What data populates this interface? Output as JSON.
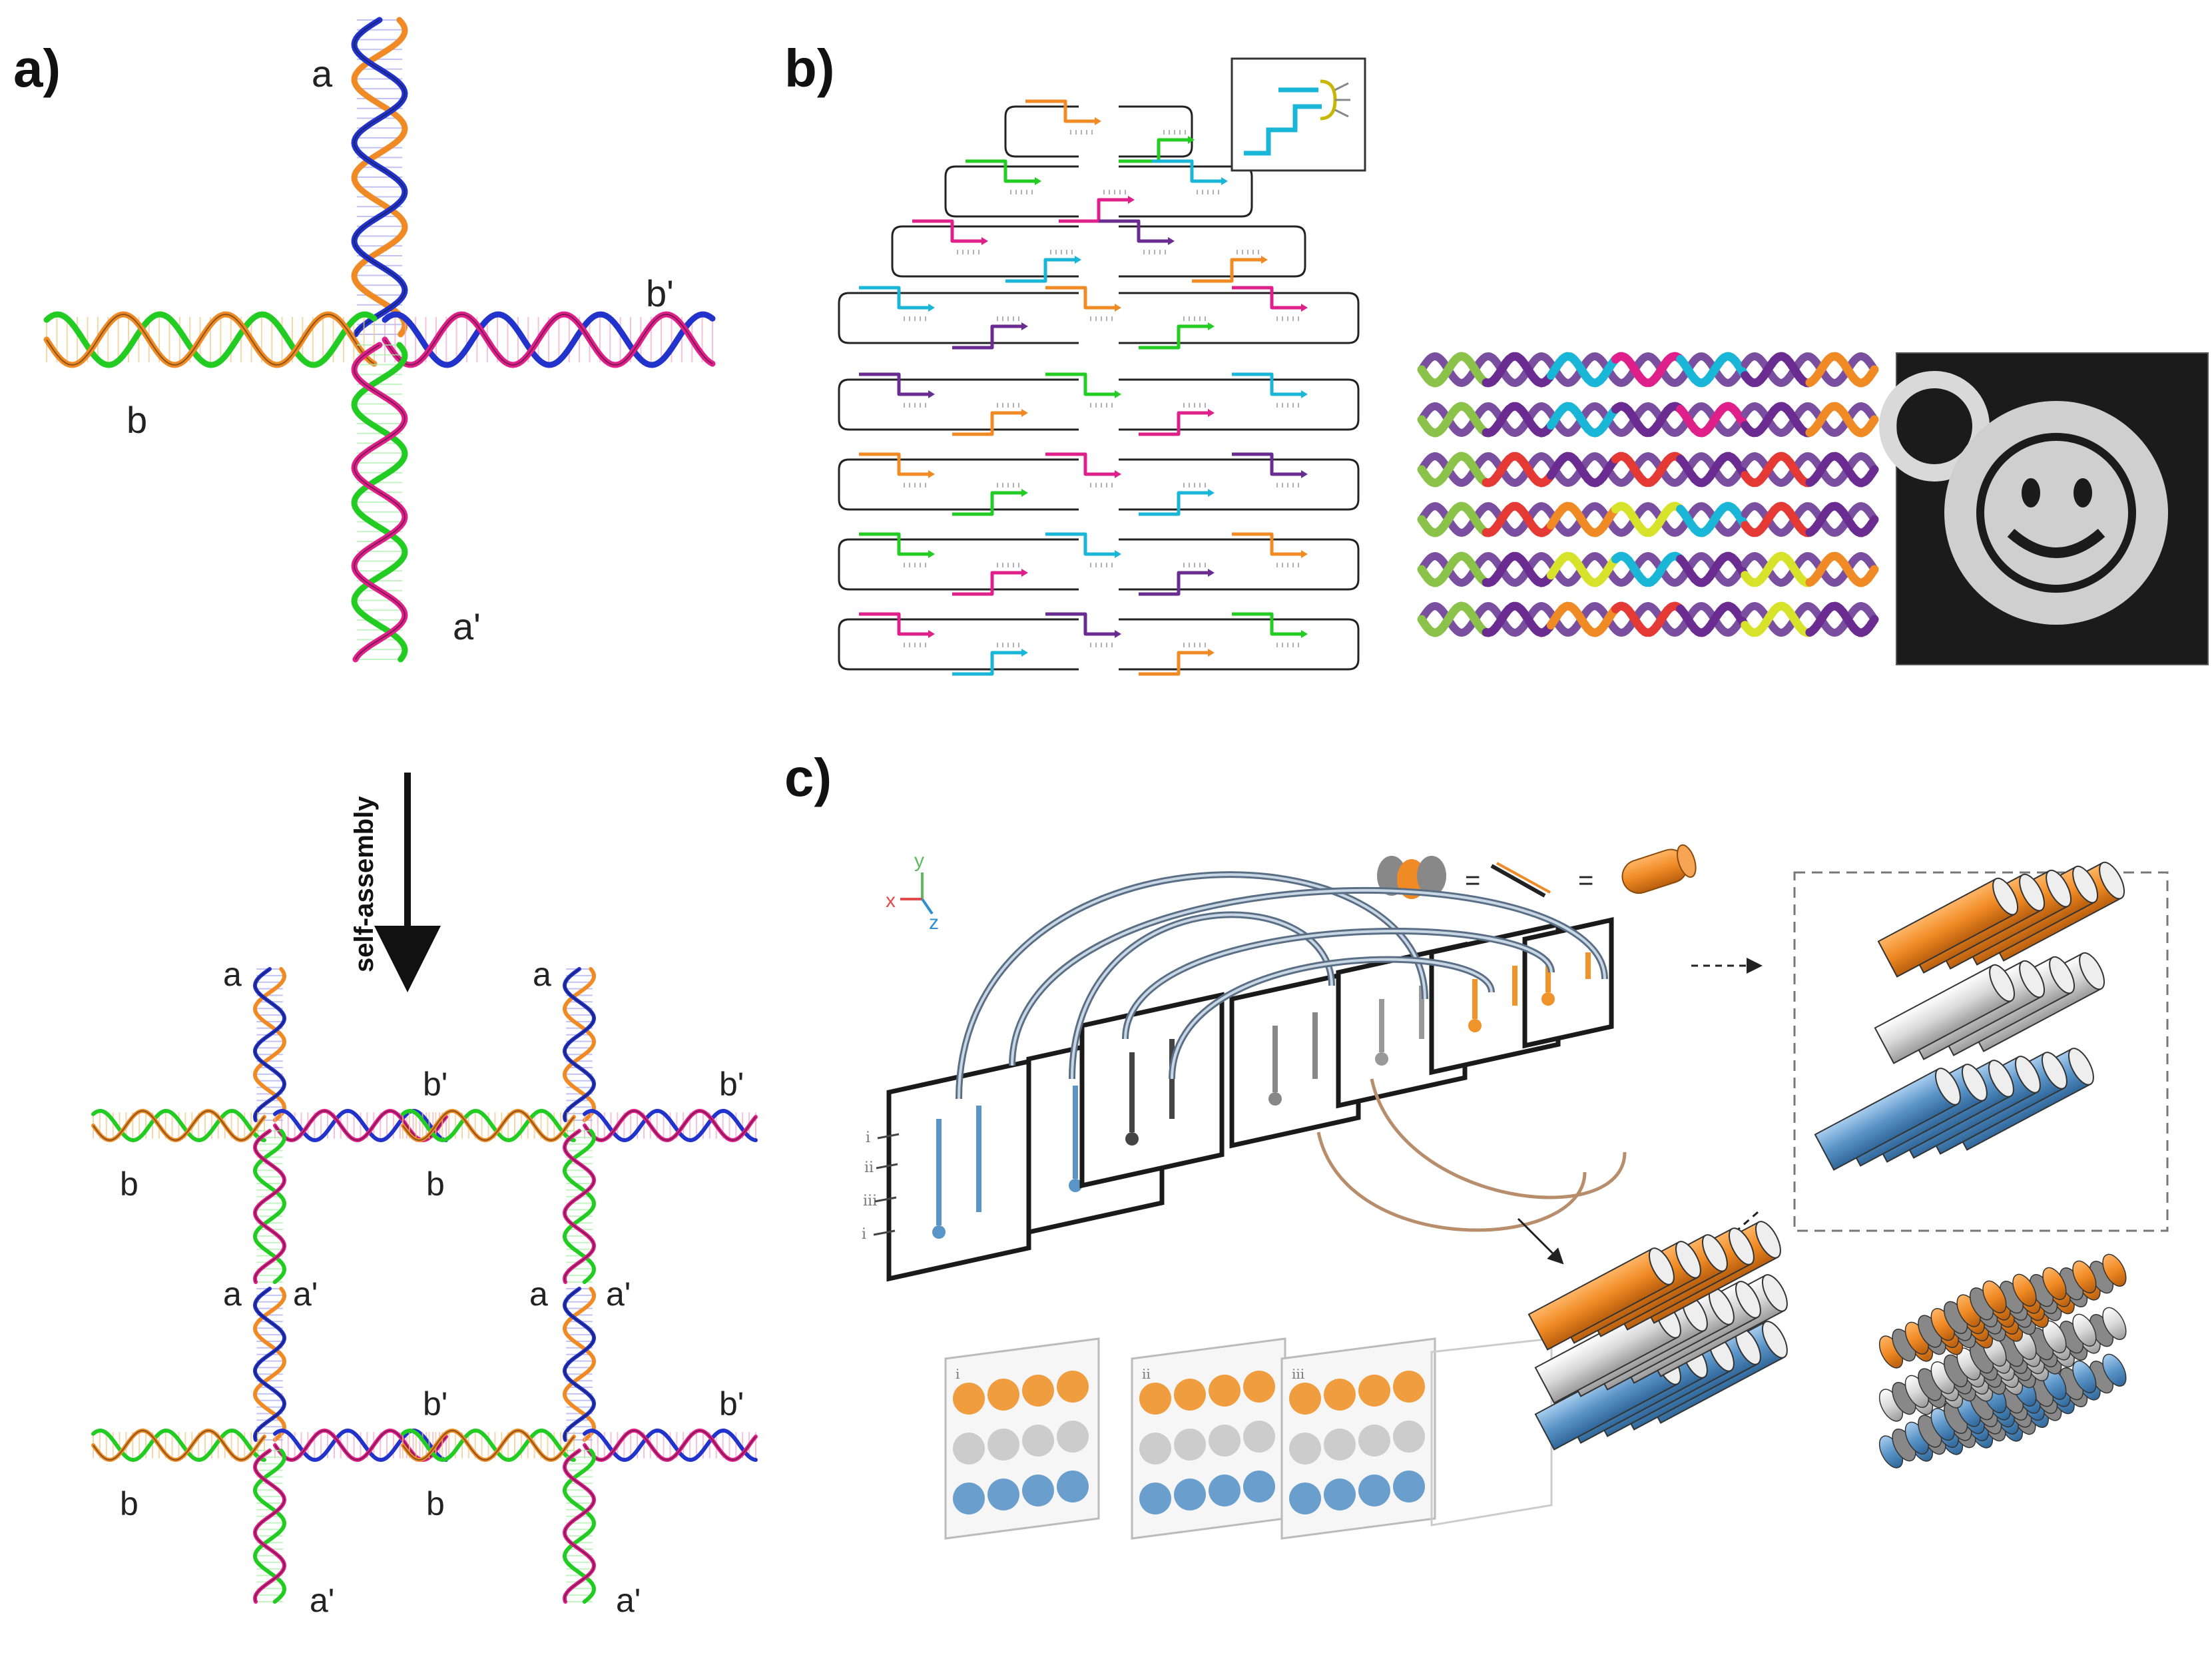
{
  "panels": {
    "a": {
      "label": "a)",
      "cross_labels": {
        "top": "a",
        "right": "b'",
        "left": "b",
        "bottom": "a'"
      },
      "arrow_label": "self-assembly",
      "grid_labels": {
        "a": "a",
        "a_prime": "a'",
        "b": "b",
        "b_prime": "b'"
      }
    },
    "b": {
      "label": "b)"
    },
    "c": {
      "label": "c)",
      "axes": {
        "x": "x",
        "y": "y",
        "z": "z"
      },
      "legend_equals": "=",
      "layer_numerals": [
        "i",
        "ii",
        "iii"
      ]
    }
  },
  "colors": {
    "orange": "#f08a24",
    "blue": "#2233cc",
    "green": "#22cc22",
    "magenta": "#e0208a",
    "black": "#222222",
    "cyan": "#1ab6d8",
    "lime": "#8bc34a",
    "purple": "#6a2c91",
    "red": "#e53935",
    "yellow": "#d7e32a",
    "tile_blue": "#5b95c8",
    "tile_orange": "#f0932b",
    "tile_grey": "#c8c8c8",
    "afm_bg": "#1a1a1a"
  },
  "icons": {
    "arrow": "down-arrow-icon",
    "axes": "xyz-axes-icon"
  }
}
